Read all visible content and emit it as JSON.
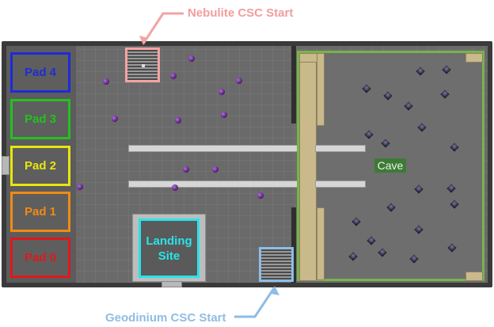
{
  "callouts": {
    "nebulite_csc_start": "Nebulite CSC Start",
    "geodinium_csc_start": "Geodinium CSC Start"
  },
  "pads": [
    {
      "label": "Pad 4",
      "color": "#1f2bd6"
    },
    {
      "label": "Pad 3",
      "color": "#22c21f"
    },
    {
      "label": "Pad 2",
      "color": "#e8e60e"
    },
    {
      "label": "Pad 1",
      "color": "#ef8b14"
    },
    {
      "label": "Pad 0",
      "color": "#e0181b"
    }
  ],
  "landing_site": {
    "line1": "Landing",
    "line2": "Site",
    "color": "#29e3ea"
  },
  "cave": {
    "label": "Cave",
    "color": "#78b44a"
  },
  "colors": {
    "nebulite": "#f4a3a3",
    "geodinium": "#8ebde6",
    "gem": "#7a35a6"
  }
}
